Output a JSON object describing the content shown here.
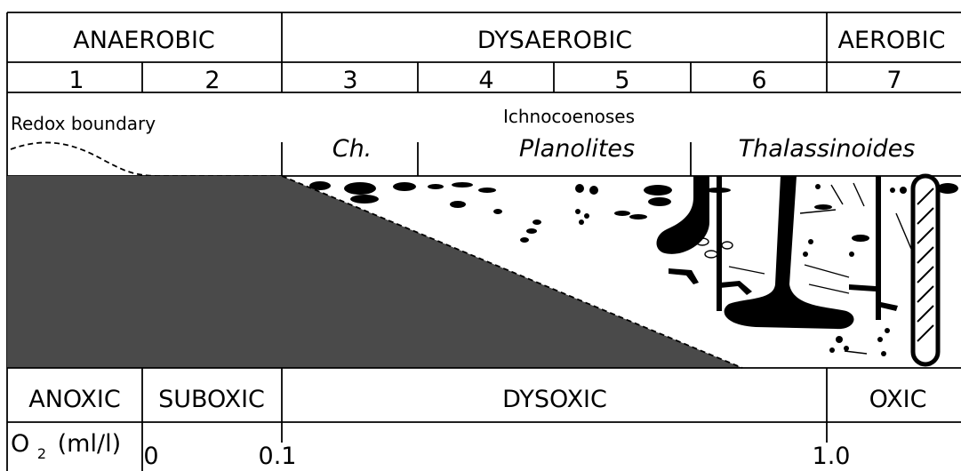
{
  "oxygen_regimes": {
    "anaerobic": "ANAEROBIC",
    "dysaerobic": "DYSAEROBIC",
    "aerobic": "AEROBIC"
  },
  "zones": [
    "1",
    "2",
    "3",
    "4",
    "5",
    "6",
    "7"
  ],
  "redox_boundary": "Redox boundary",
  "ichnocoenoses": {
    "heading": "Ichnocoenoses",
    "ch": "Ch.",
    "planolites": "Planolites",
    "thalassinoides": "Thalassinoides"
  },
  "oxygen_states": {
    "anoxic": "ANOXIC",
    "suboxic": "SUBOXIC",
    "dysoxic": "DYSOXIC",
    "oxic": "OXIC"
  },
  "o2_scale": {
    "label_o": "O",
    "label_sub": "2",
    "label_unit": "(ml/l)",
    "tick_0": "0",
    "tick_01": "0.1",
    "tick_1": "1.0"
  },
  "colors": {
    "sediment_shade": "#4a4a4a",
    "ink": "#000000",
    "background": "#ffffff"
  },
  "icons": [
    "burrow-icon",
    "chondrites-icon",
    "planolites-icon",
    "thalassinoides-icon"
  ]
}
